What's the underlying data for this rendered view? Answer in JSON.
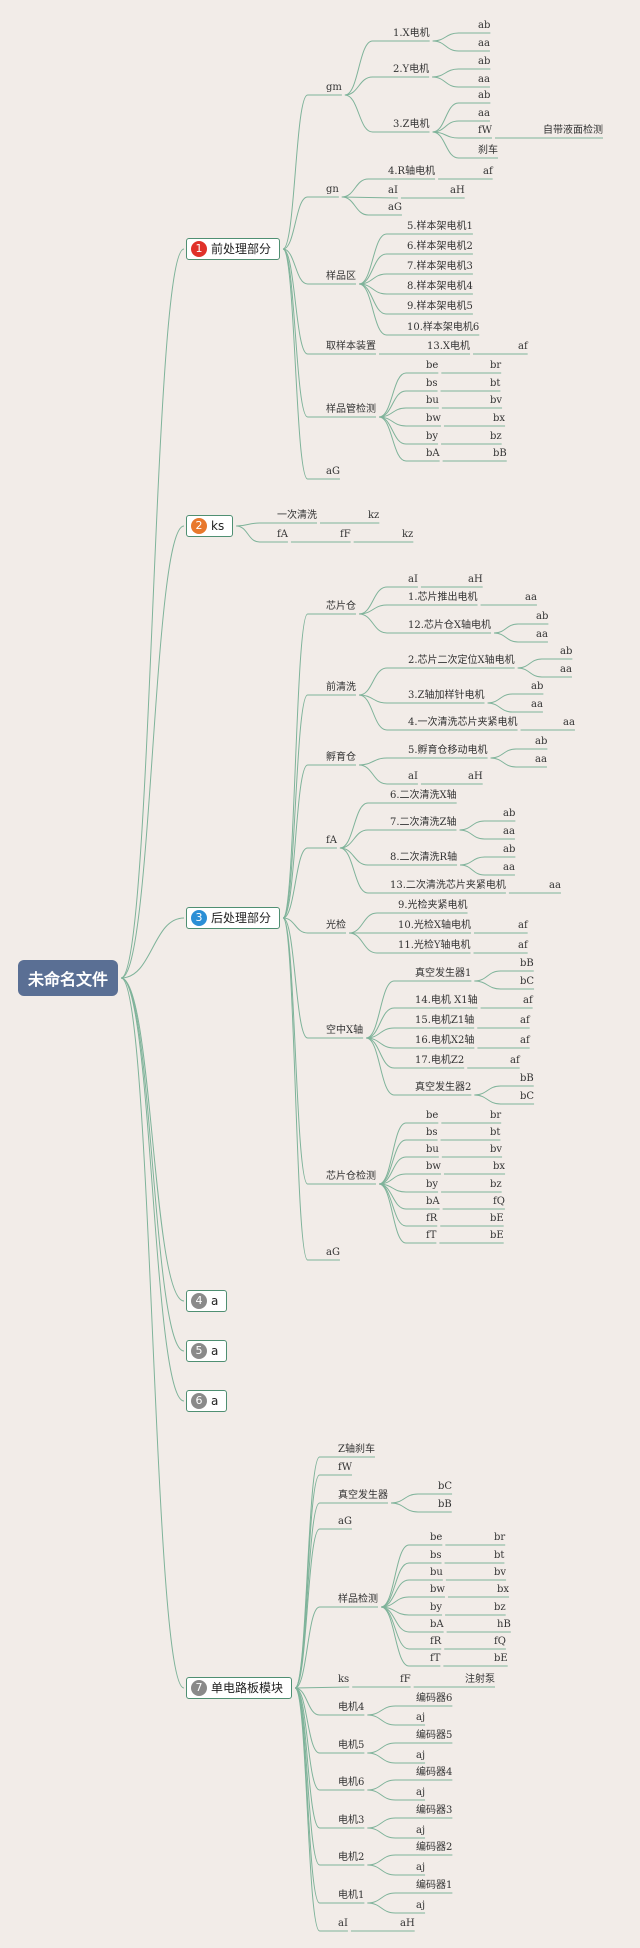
{
  "root": "未命名文件",
  "colors": {
    "line": "#7fb39a",
    "topic_border": "#4f8f72",
    "root_bg": "#5a6f94",
    "background": "#f2ece8"
  },
  "topics": [
    {
      "id": "t1",
      "badge": "1",
      "badge_color": "#e0312a",
      "label": "前处理部分"
    },
    {
      "id": "t2",
      "badge": "2",
      "badge_color": "#e8782c",
      "label": "ks"
    },
    {
      "id": "t3",
      "badge": "3",
      "badge_color": "#2b8fd6",
      "label": "后处理部分"
    },
    {
      "id": "t4",
      "badge": "4",
      "badge_color": "#8a8a8a",
      "label": "a"
    },
    {
      "id": "t5",
      "badge": "5",
      "badge_color": "#8a8a8a",
      "label": "a"
    },
    {
      "id": "t6",
      "badge": "6",
      "badge_color": "#8a8a8a",
      "label": "a"
    },
    {
      "id": "t7",
      "badge": "7",
      "badge_color": "#8a8a8a",
      "label": "单电路板模块"
    }
  ],
  "nodes": {
    "a1": "gm",
    "a2": "1.X电机",
    "a3": "ab",
    "a4": "aa",
    "a5": "2.Y电机",
    "a6": "ab",
    "a7": "aa",
    "a8": "3.Z电机",
    "a9": "ab",
    "a10": "aa",
    "a11": "fW",
    "a12": "自带液面检测",
    "a13": "刹车",
    "a14": "gn",
    "a15": "4.R轴电机",
    "a16": "af",
    "a17": "aI",
    "a18": "aH",
    "a19": "aG",
    "a20": "样品区",
    "a21": "5.样本架电机1",
    "a22": "6.样本架电机2",
    "a23": "7.样本架电机3",
    "a24": "8.样本架电机4",
    "a25": "9.样本架电机5",
    "a26": "10.样本架电机6",
    "a27": "取样本装置",
    "a28": "13.X电机",
    "a29": "af",
    "a30": "样品管检测",
    "a31": "be",
    "a32": "br",
    "a33": "bs",
    "a34": "bt",
    "a35": "bu",
    "a36": "bv",
    "a37": "bw",
    "a38": "bx",
    "a39": "by",
    "a40": "bz",
    "a41": "bA",
    "a42": "bB",
    "a43": "aG",
    "b1": "一次清洗",
    "b2": "kz",
    "b3": "fA",
    "b4": "fF",
    "b5": "kz",
    "c1": "芯片仓",
    "c2": "aI",
    "c3": "aH",
    "c4": "1.芯片推出电机",
    "c5": "aa",
    "c6": "12.芯片仓X轴电机",
    "c7": "ab",
    "c8": "aa",
    "c9": "前清洗",
    "c10": "2.芯片二次定位X轴电机",
    "c11": "ab",
    "c12": "aa",
    "c13": "3.Z轴加样针电机",
    "c14": "ab",
    "c15": "aa",
    "c16": "4.一次清洗芯片夹紧电机",
    "c17": "aa",
    "c18": "孵育仓",
    "c19": "5.孵育仓移动电机",
    "c20": "ab",
    "c21": "aa",
    "c22": "aI",
    "c23": "aH",
    "c24": "fA",
    "c25": "6.二次清洗X轴",
    "c26": "7.二次清洗Z轴",
    "c27": "ab",
    "c28": "aa",
    "c29": "8.二次清洗R轴",
    "c30": "ab",
    "c31": "aa",
    "c32": "13.二次清洗芯片夹紧电机",
    "c33": "aa",
    "c34": "光检",
    "c35": "9.光检夹紧电机",
    "c36": "10.光检X轴电机",
    "c37": "af",
    "c38": "11.光检Y轴电机",
    "c39": "af",
    "c40": "空中X轴",
    "c41": "真空发生器1",
    "c42": "bB",
    "c43": "bC",
    "c44": "14.电机 X1轴",
    "c45": "af",
    "c46": "15.电机Z1轴",
    "c47": "af",
    "c48": "16.电机X2轴",
    "c49": "af",
    "c50": "17.电机Z2",
    "c51": "af",
    "c52": "真空发生器2",
    "c53": "bB",
    "c54": "bC",
    "c55": "芯片仓检测",
    "c56": "be",
    "c57": "br",
    "c58": "bs",
    "c59": "bt",
    "c60": "bu",
    "c61": "bv",
    "c62": "bw",
    "c63": "bx",
    "c64": "by",
    "c65": "bz",
    "c66": "bA",
    "c67": "fQ",
    "c68": "fR",
    "c69": "bE",
    "c70": "fT",
    "c71": "bE",
    "c72": "aG",
    "d1": "Z轴刹车",
    "d2": "fW",
    "d3": "真空发生器",
    "d4": "bC",
    "d5": "bB",
    "d6": "aG",
    "d7": "样品检测",
    "d8": "be",
    "d9": "br",
    "d10": "bs",
    "d11": "bt",
    "d12": "bu",
    "d13": "bv",
    "d14": "bw",
    "d15": "bx",
    "d16": "by",
    "d17": "bz",
    "d18": "bA",
    "d19": "hB",
    "d20": "fR",
    "d21": "fQ",
    "d22": "fT",
    "d23": "bE",
    "d24": "ks",
    "d25": "fF",
    "d26": "注射泵",
    "d27": "电机4",
    "d28": "编码器6",
    "d29": "aj",
    "d30": "电机5",
    "d31": "编码器5",
    "d32": "aj",
    "d33": "电机6",
    "d34": "编码器4",
    "d35": "aj",
    "d36": "电机3",
    "d37": "编码器3",
    "d38": "aj",
    "d39": "电机2",
    "d40": "编码器2",
    "d41": "aj",
    "d42": "电机1",
    "d43": "编码器1",
    "d44": "aj",
    "d45": "aI",
    "d46": "aH"
  }
}
